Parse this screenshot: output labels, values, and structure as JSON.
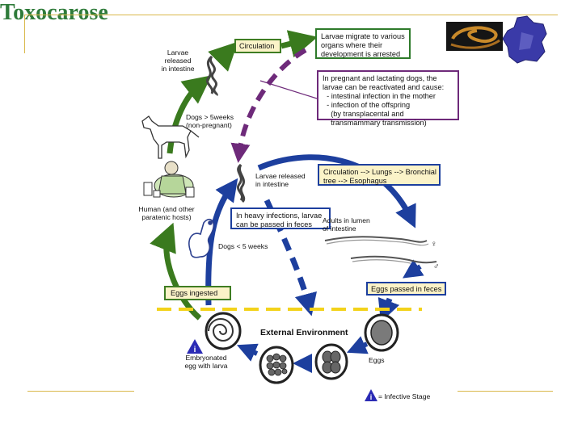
{
  "title": "Toxocarose",
  "colors": {
    "title_green": "#2f7b3a",
    "accent_gold": "#d9b84a",
    "arrow_green": "#3a7a1e",
    "arrow_blue": "#1d3f9e",
    "arrow_purple": "#6e2a7a",
    "dashed_line_yellow": "#f3d21a",
    "infective_triangle": "#2b2bb5"
  },
  "boxes": {
    "circulation": "Circulation",
    "larvae_migrate": "Larvae migrate to various\norgans where their\ndevelopment is arrested",
    "pregnant": "In pregnant and lactating dogs, the\nlarvae can be reactivated and cause:\n  - intestinal infection in the mother\n  - infection of the offspring\n    (by transplacental and\n    transmammary transmission)",
    "circulation_lungs": "Circulation --> Lungs --> Bronchial\ntree --> Esophagus",
    "heavy_infection": "In heavy infections, larvae\ncan be passed in feces",
    "eggs_passed": "Eggs passed in feces",
    "eggs_ingested": "Eggs ingested"
  },
  "labels": {
    "larvae_released_top": "Larvae\nreleased\nin intestine",
    "dogs_gt5": "Dogs > 5weeks\n(non-pregnant)",
    "larvae_released_mid": "Larvae released\nin intestine",
    "human": "Human (and other\nparatenic hosts)",
    "dogs_lt5": "Dogs < 5 weeks",
    "adults": "Adults in lumen\nof intestine",
    "external_env": "External Environment",
    "eggs": "Eggs",
    "embryonated": "Embryonated\negg with larva",
    "infective_stage": "= Infective Stage",
    "female_symbol": "♀",
    "male_symbol": "♂",
    "infective_i": "i"
  },
  "icons": [
    "worm-photo-icon",
    "france-map-icon",
    "dog-icon",
    "puppy-icon",
    "human-child-icon",
    "larva-icon",
    "egg-icon",
    "adult-worm-icon"
  ]
}
